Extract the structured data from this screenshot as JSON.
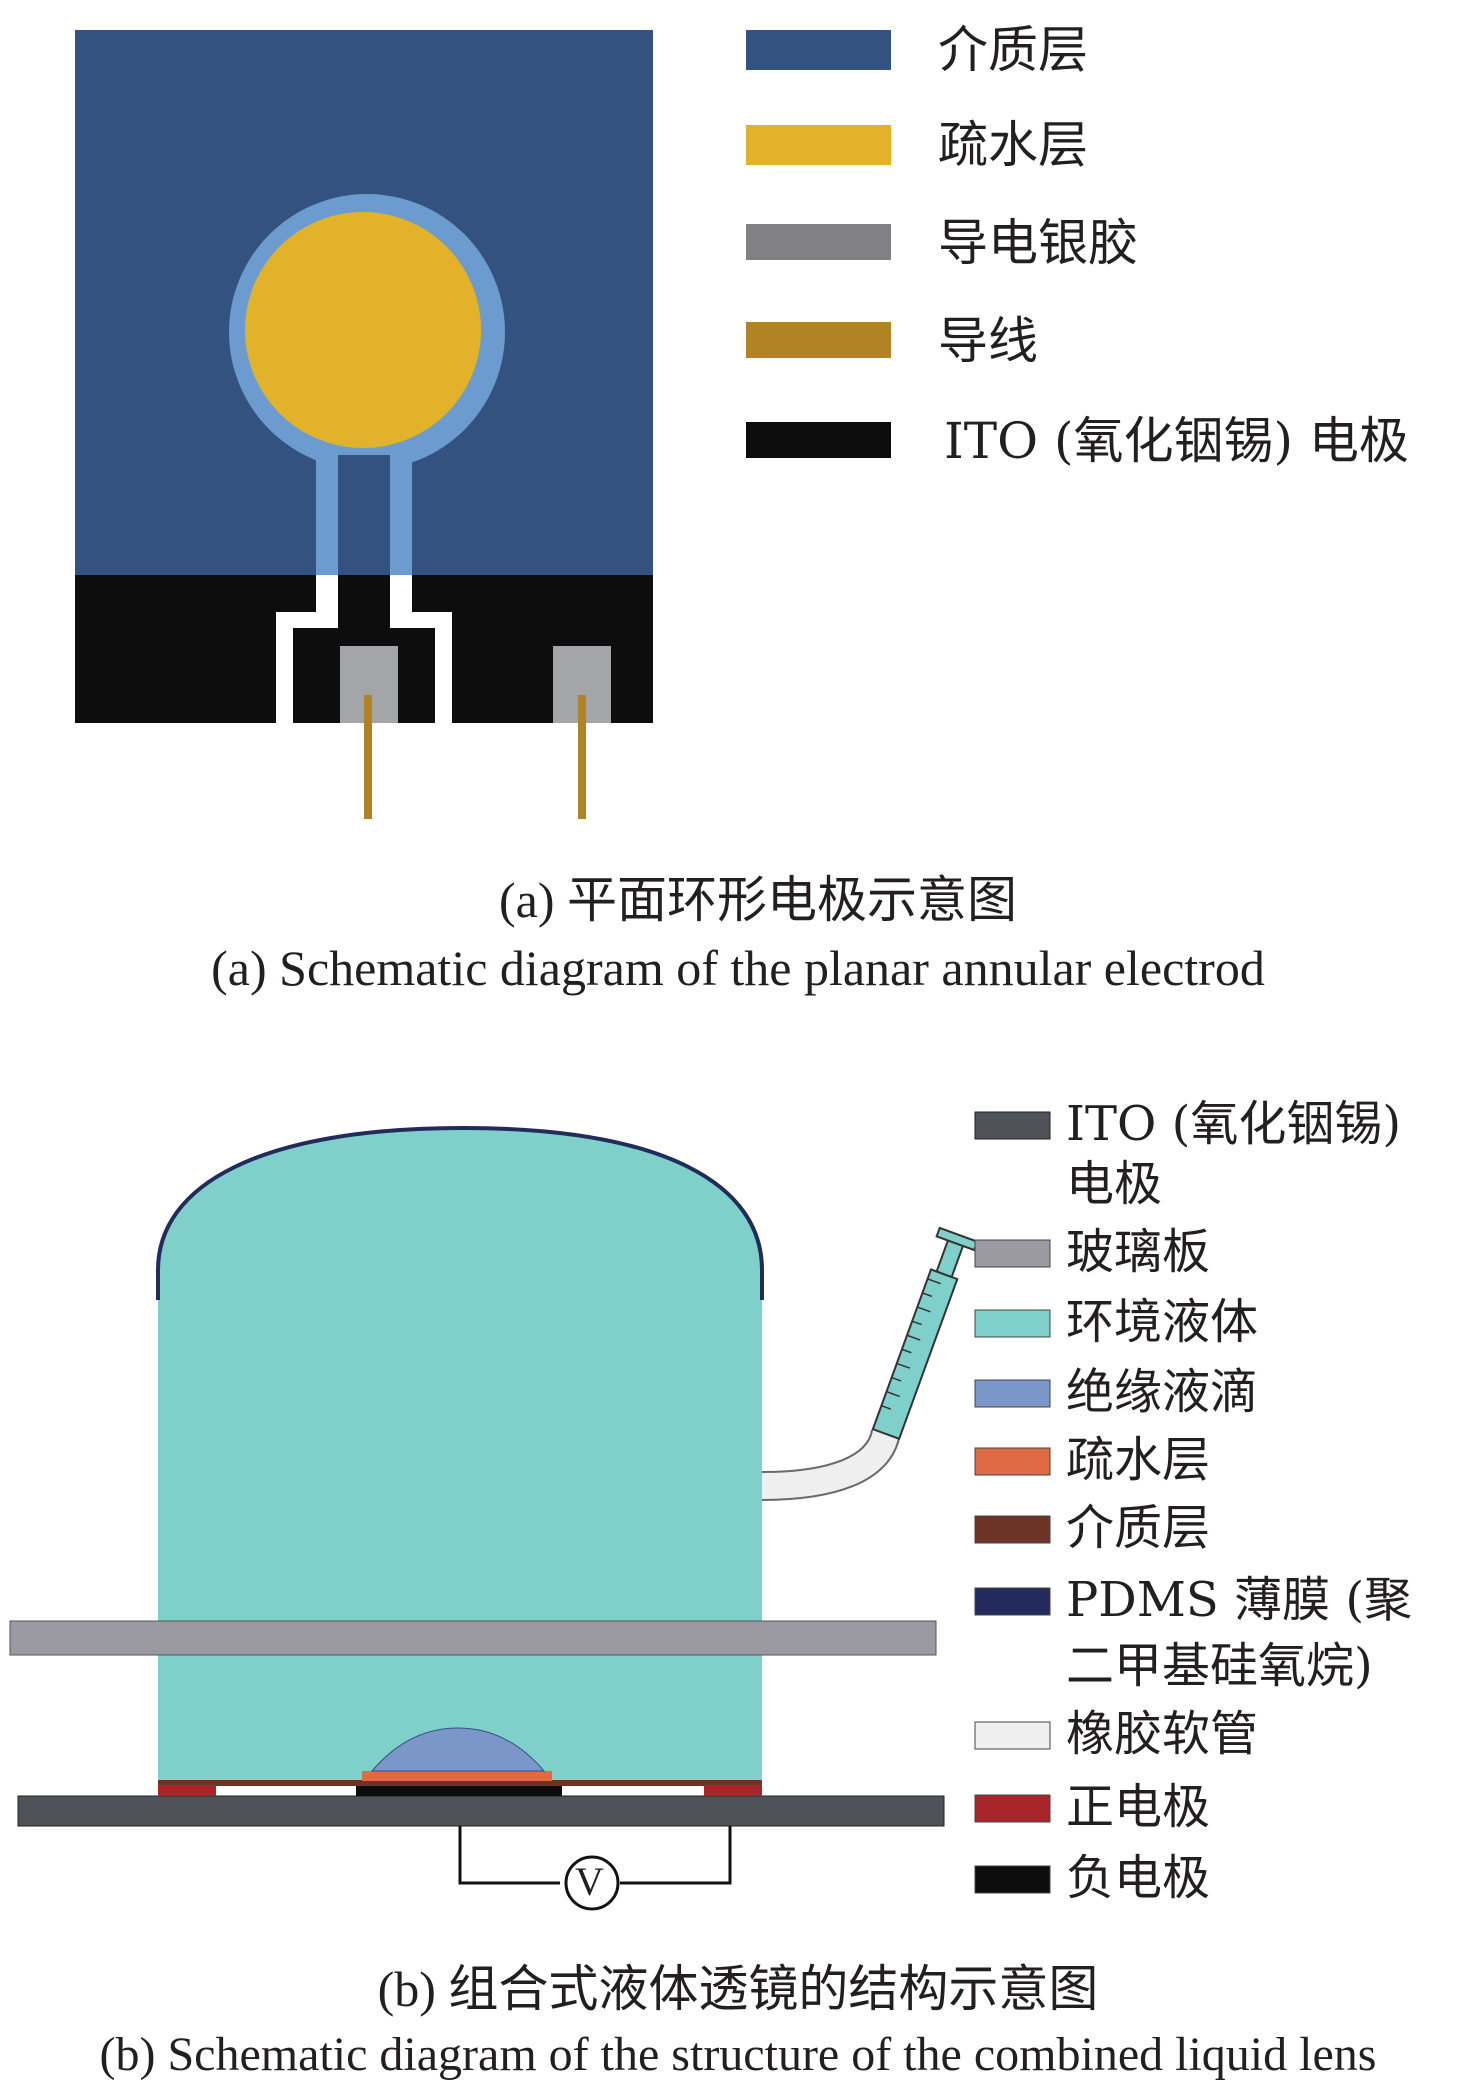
{
  "panel_a": {
    "legend": [
      {
        "label": "介质层",
        "color": "#34527f"
      },
      {
        "label": "疏水层",
        "color": "#e2b22a"
      },
      {
        "label": "导电银胶",
        "color": "#808085"
      },
      {
        "label": "导线",
        "color": "#b18325"
      },
      {
        "label": "ITO (氧化铟锡) 电极",
        "color": "#0d0d0d"
      }
    ],
    "caption_zh": "(a) 平面环形电极示意图",
    "caption_en": "(a) Schematic diagram of the planar annular electrod"
  },
  "panel_b": {
    "legend": [
      {
        "label": "ITO (氧化铟锡)",
        "label2": "电极",
        "color": "#505259"
      },
      {
        "label": "玻璃板",
        "color": "#9b9aa2"
      },
      {
        "label": "环境液体",
        "color": "#7fd0cb"
      },
      {
        "label": "绝缘液滴",
        "color": "#7b96c9"
      },
      {
        "label": "疏水层",
        "color": "#df6a44"
      },
      {
        "label": "介质层",
        "color": "#6d3327"
      },
      {
        "label": "PDMS 薄膜 (聚",
        "label2": "二甲基硅氧烷)",
        "color": "#222b5c"
      },
      {
        "label": "橡胶软管",
        "color": "#efefef"
      },
      {
        "label": "正电极",
        "color": "#a8262b"
      },
      {
        "label": "负电极",
        "color": "#0d0d0d"
      }
    ],
    "voltmeter_label": "V",
    "caption_zh": "(b) 组合式液体透镜的结构示意图",
    "caption_en": "(b) Schematic diagram of the structure of the combined liquid lens"
  }
}
